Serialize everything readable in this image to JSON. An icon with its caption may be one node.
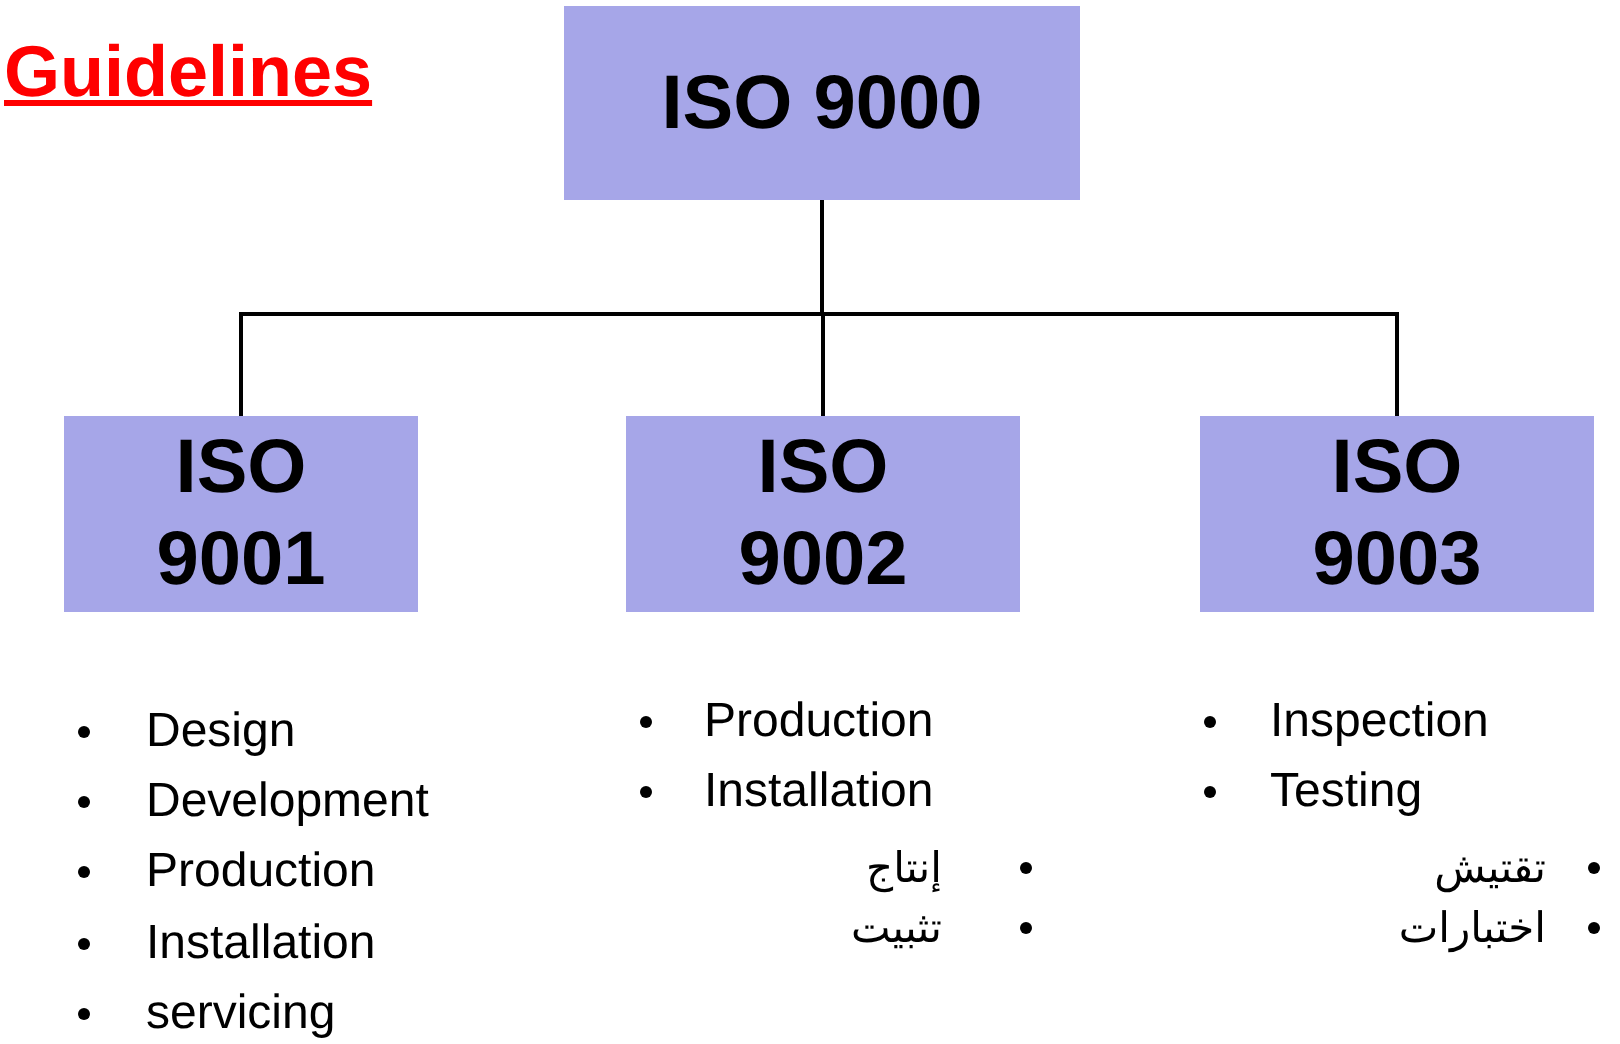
{
  "diagram": {
    "title": "Guidelines",
    "nodes": [
      {
        "text": [
          "ISO 9000"
        ]
      },
      {
        "text": [
          "ISO 9001"
        ]
      },
      {
        "text": [
          "ISO 9002"
        ]
      },
      {
        "text": [
          "ISO 9003"
        ]
      }
    ],
    "edges": [
      {
        "from": 0,
        "to": 1,
        "arrow": "none"
      },
      {
        "from": 0,
        "to": 2,
        "arrow": "none"
      },
      {
        "from": 0,
        "to": 3,
        "arrow": "none"
      }
    ],
    "labels": [
      "Design",
      "Development",
      "Production",
      "Installation",
      "servicing",
      "Production",
      "Installation",
      "إنتاج",
      "تثبيت",
      "Inspection",
      "Testing",
      "تقتيش",
      "اختبارات"
    ]
  }
}
